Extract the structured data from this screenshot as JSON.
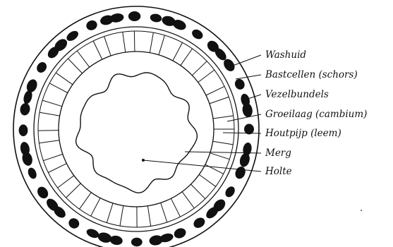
{
  "diagram": {
    "labels": {
      "washuid": "Washuid",
      "bastcellen": "Bastcellen (schors)",
      "vezelbundels": "Vezelbundels",
      "groeilaag": "Groeilaag (cambium)",
      "houtpijp": "Houtpijp (leem)",
      "merg": "Merg",
      "holte": "Holte"
    },
    "colors": {
      "ink": "#111111",
      "background": "#ffffff"
    }
  }
}
